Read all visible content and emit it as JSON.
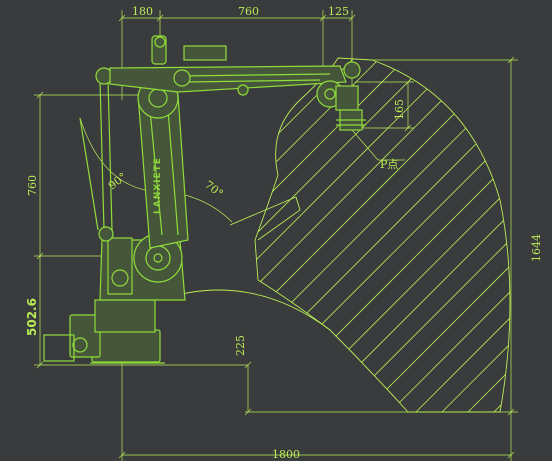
{
  "dimensions": {
    "top_left": "180",
    "top_mid": "760",
    "top_right": "125",
    "left_upper": "760",
    "left_lower": "502.6",
    "right_tall": "1644",
    "wrist_offset": "165",
    "bottom_width": "1800",
    "lower_height": "225"
  },
  "angles": {
    "upper": "90°",
    "lower": "70°"
  },
  "labels": {
    "point": "P点",
    "brand": "LANXIETE"
  },
  "colors": {
    "background": "#3a3b3d",
    "line": "#b9ec55",
    "arm": "#8fdc3a"
  }
}
